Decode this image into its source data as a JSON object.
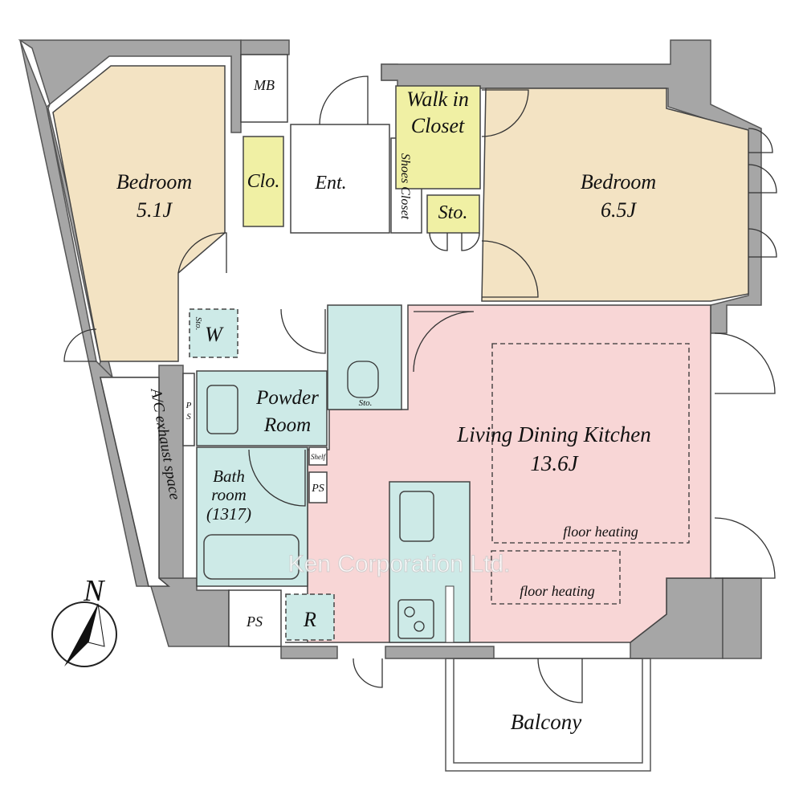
{
  "colors": {
    "bedroom": "#f3e3c3",
    "wet": "#cdeae7",
    "ldk": "#f8d6d6",
    "closet": "#f0f0a4",
    "wall": "#a6a6a6"
  },
  "rooms": {
    "bedroom_left": {
      "name": "Bedroom",
      "size": "5.1J"
    },
    "bedroom_right": {
      "name": "Bedroom",
      "size": "6.5J"
    },
    "ldk": {
      "name": "Living Dining Kitchen",
      "size": "13.6J"
    },
    "mb": "MB",
    "clo": "Clo.",
    "ent": "Ent.",
    "shoes_closet": "Shoes Closet",
    "walk_in_closet": [
      "Walk in",
      "Closet"
    ],
    "sto": "Sto.",
    "w": "W",
    "w_sto": "Sto.",
    "toilet_sto": "Sto.",
    "powder_room": [
      "Powder",
      "Room"
    ],
    "bathroom": [
      "Bath",
      "room",
      "(1317)"
    ],
    "shelf": "Shelf",
    "ps": "PS",
    "ps_small": [
      "P",
      "S"
    ],
    "ps_bottom": "PS",
    "refrigerator": "R",
    "ac_exhaust": "A/C exhaust space",
    "balcony": "Balcony",
    "floor_heating": [
      "floor heating",
      "floor heating"
    ]
  },
  "compass": {
    "label": "N"
  },
  "watermark": "Ken Corporation Ltd."
}
